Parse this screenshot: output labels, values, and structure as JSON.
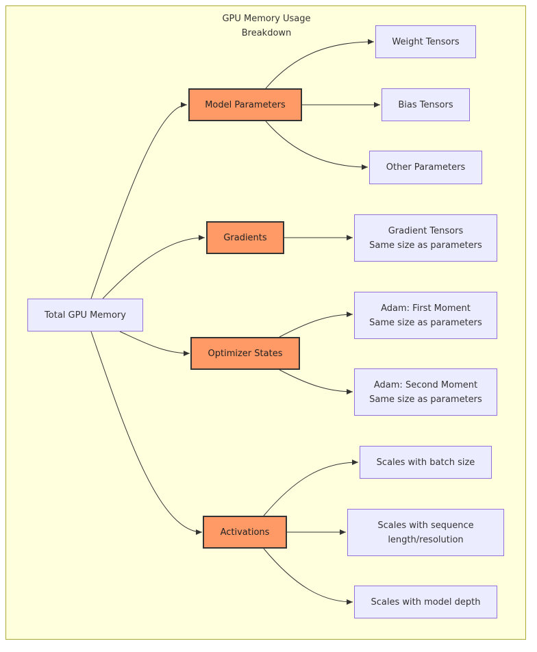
{
  "diagram": {
    "title": "GPU Memory Usage\nBreakdown",
    "nodes": {
      "total": "Total GPU Memory",
      "model_params": "Model Parameters",
      "gradients": "Gradients",
      "optimizer": "Optimizer States",
      "activations": "Activations",
      "weight": "Weight Tensors",
      "bias": "Bias Tensors",
      "other": "Other Parameters",
      "grad_tensors": "Gradient Tensors\nSame size as parameters",
      "adam1": "Adam: First Moment\nSame size as parameters",
      "adam2": "Adam: Second Moment\nSame size as parameters",
      "batch": "Scales with batch size",
      "seq": "Scales with sequence\nlength/resolution",
      "depth": "Scales with model depth"
    },
    "colors": {
      "cluster_fill": "#ffffde",
      "cluster_border": "#aaaa33",
      "node_fill": "#ececff",
      "node_border": "#9370db",
      "highlight_fill": "#ff9966",
      "highlight_border": "#333333",
      "edge": "#333333"
    }
  }
}
